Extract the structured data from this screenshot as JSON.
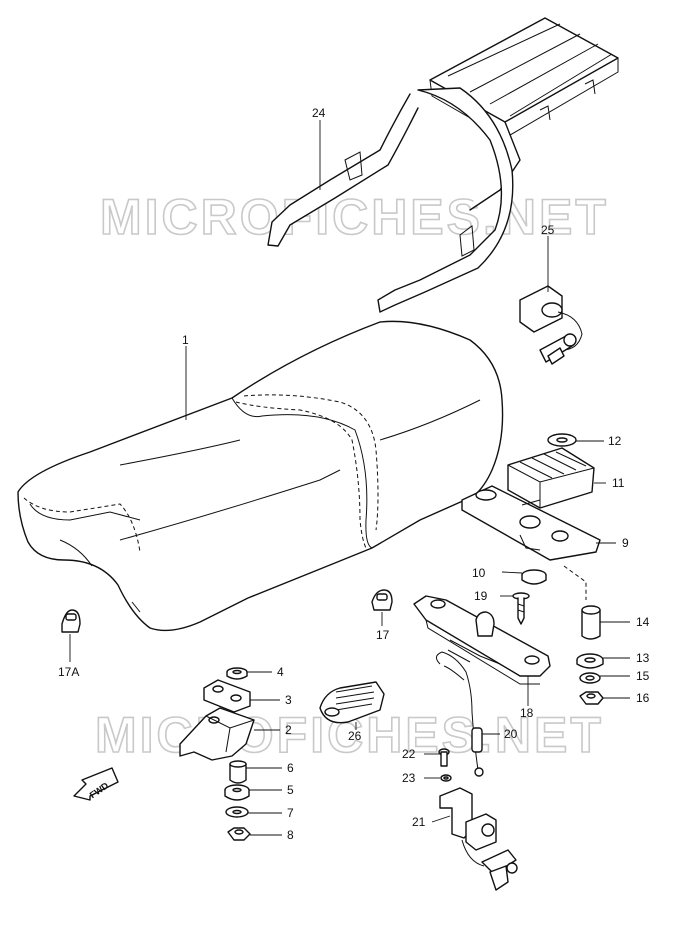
{
  "watermark": {
    "top": "MICROFICHES.NET",
    "bottom": "MICROFICHES.NET"
  },
  "direction_label": "FWD",
  "callouts": {
    "c1": "1",
    "c2": "2",
    "c3": "3",
    "c4": "4",
    "c5": "5",
    "c6": "6",
    "c7": "7",
    "c8": "8",
    "c9": "9",
    "c10": "10",
    "c11": "11",
    "c12": "12",
    "c13": "13",
    "c14": "14",
    "c15": "15",
    "c16": "16",
    "c17": "17",
    "c17a": "17A",
    "c18": "18",
    "c19": "19",
    "c20": "20",
    "c21": "21",
    "c22": "22",
    "c23": "23",
    "c24": "24",
    "c25": "25",
    "c26": "26"
  }
}
